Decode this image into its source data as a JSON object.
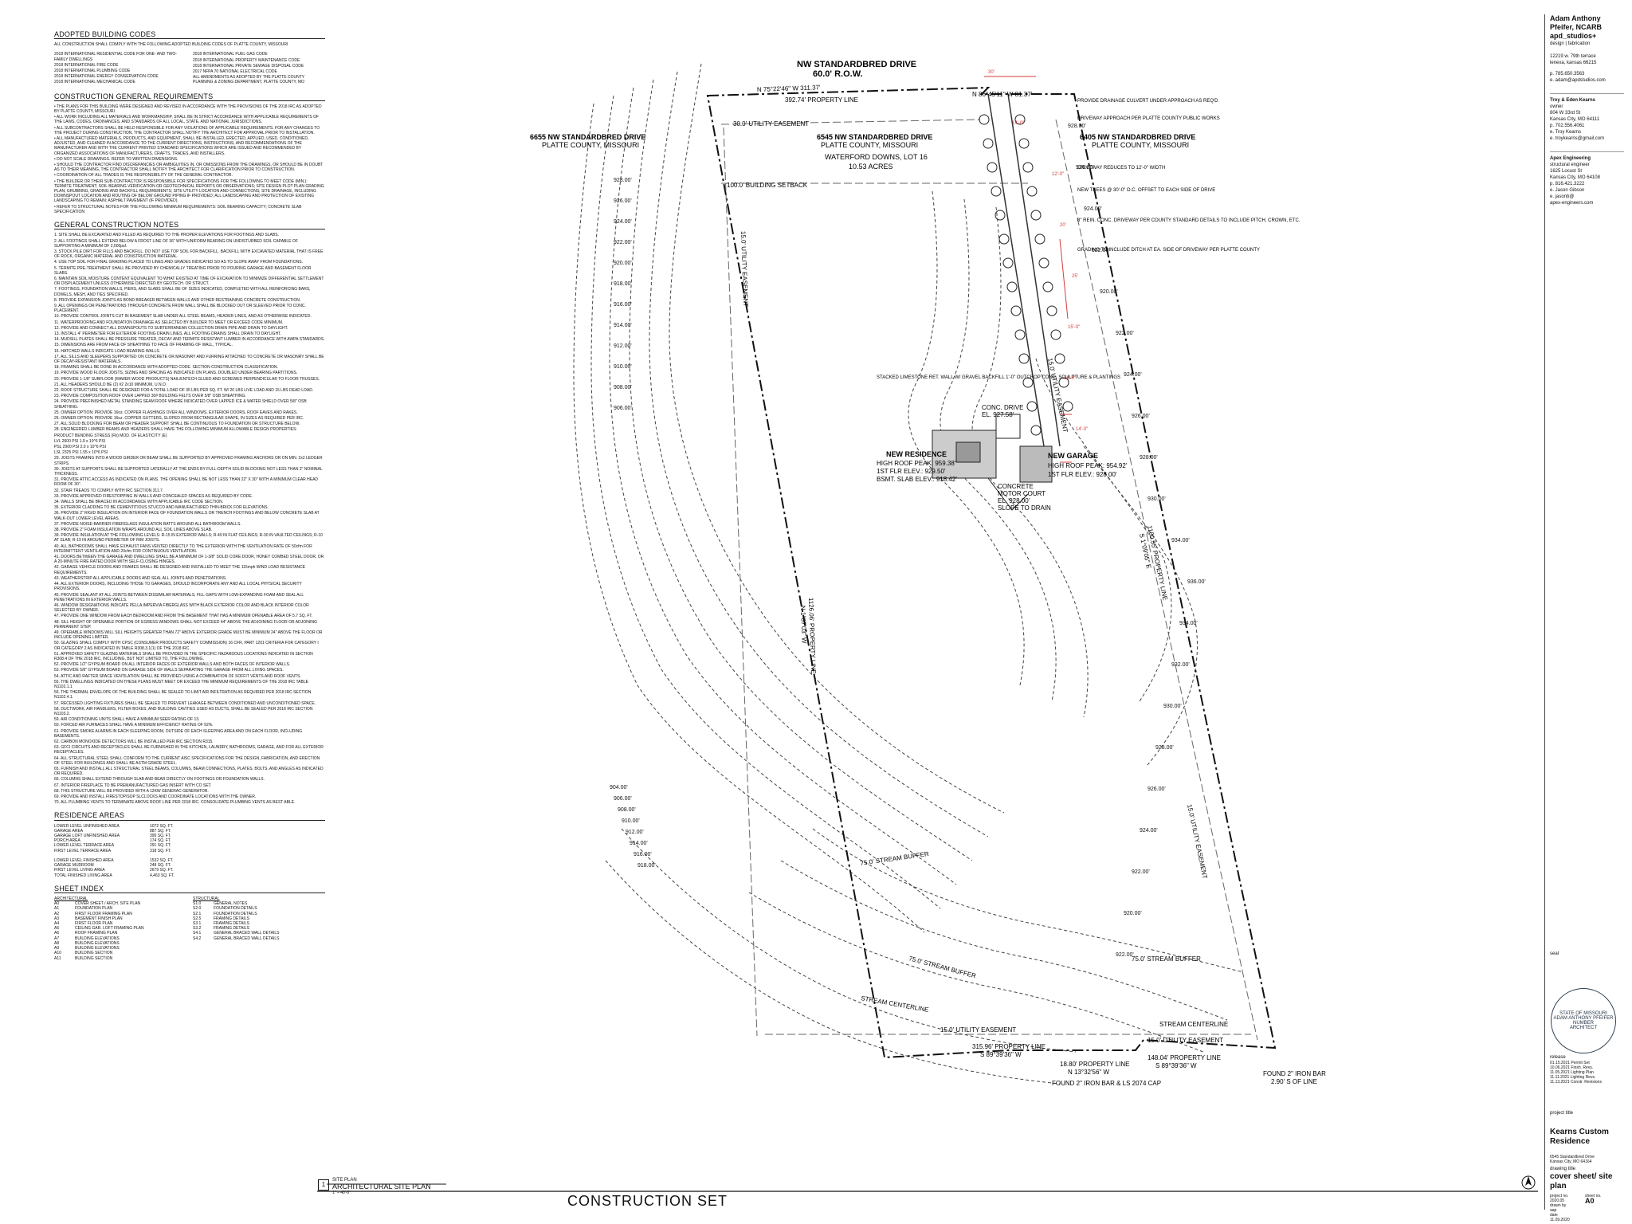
{
  "notes": {
    "codes_title": "ADOPTED BUILDING CODES",
    "codes_intro": "ALL CONSTRUCTION SHALL COMPLY WITH THE FOLLOWING ADOPTED BUILDING CODES OF PLATTE COUNTY, MISSOURI",
    "codes_left": [
      "2018 INTERNATIONAL RESIDENTIAL CODE FOR ONE- AND TWO- FAMILY DWELLINGS",
      "2018 INTERNATIONAL FIRE CODE",
      "2018 INTERNATIONAL PLUMBING CODE",
      "2018 INTERNATIONAL ENERGY CONSERVATION CODE",
      "2018 INTERNATIONAL MECHANICAL CODE"
    ],
    "codes_right": [
      "2018 INTERNATIONAL FUEL GAS CODE",
      "2018 INTERNATIONAL PROPERTY MAINTENANCE CODE",
      "2018 INTERNATIONAL PRIVATE SEWAGE DISPOSAL CODE",
      "2017 NFPA 70 NATIONAL ELECTRICAL CODE",
      "ALL AMENDMENTS AS ADOPTED BY THE PLATTE COUNTY PLANNING & ZONING DEPARTMENT, PLATTE COUNTY, MO"
    ],
    "cgr_title": "CONSTRUCTION GENERAL REQUIREMENTS",
    "cgr_items": [
      "THE PLANS FOR THIS BUILDING WERE DESIGNED AND REVISED IN ACCORDANCE WITH THE PROVISIONS OF THE 2018 IRC AS ADOPTED BY PLATTE COUNTY, MISSOURI.",
      "ALL WORK INCLUDING ALL MATERIALS AND WORKMANSHIP, SHALL BE IN STRICT ACCORDANCE WITH APPLICABLE REQUIREMENTS OF THE LAWS, CODES, ORDINANCES, AND STANDARDS OF ALL LOCAL, STATE, AND NATIONAL JURISDICTIONS.",
      "ALL SUBCONTRACTORS SHALL BE HELD RESPONSIBLE FOR ANY VIOLATIONS OF APPLICABLE REQUIREMENTS. FOR ANY CHANGES TO THE PROJECT DURING CONSTRUCTION, THE CONTRACTOR SHALL NOTIFY THE ARCHITECT FOR APPROVAL PRIOR TO INSTALLATION.",
      "ALL MANUFACTURED MATERIALS, PRODUCTS, AND EQUIPMENT, SHALL BE INSTALLED, ERECTED, APPLIED, USED, CONDITIONED, ADJUSTED, AND CLEANED IN ACCORDANCE TO THE CURRENT DIRECTIONS, INSTRUCTIONS, AND RECOMMENDATIONS OF THE MANUFACTURER AND WITH THE CURRENT PRINTED STANDARD SPECIFICATIONS WHICH ARE ISSUED AND RECOMMENDED BY ORGANIZED ASSOCIATIONS OF MANUFACTURERS, CRAFTS, TRADES, AND INSTALLERS.",
      "DO NOT SCALE DRAWINGS. REFER TO WRITTEN DIMENSIONS.",
      "SHOULD THE CONTRACTOR FIND DISCREPANCIES OR AMBIGUITIES IN, OR OMISSIONS FROM THE DRAWINGS, OR SHOULD BE IN DOUBT AS TO THEIR MEANING, THE CONTRACTOR SHALL NOTIFY THE ARCHITECT FOR CLARIFICATION PRIOR TO CONSTRUCTION.",
      "COORDINATION OF ALL TRADES IS THE RESPONSIBILITY OF THE GENERAL CONTRACTOR.",
      "THE BUILDER OR THEIR SUB-CONTRACTOR IS RESPONSIBLE FOR SPECIFICATIONS FOR THE FOLLOWING TO MEET CODE (MIN.): TERMITE TREATMENT; SOIL BEARING VERIFICATION OR GEOTECHNICAL REPORTS OR OBSERVATIONS; SITE DESIGN PLOT PLAN GRADING PLAN; GRUBBING, GRADING AND BACKFILL REQUIREMENTS; SITE UTILITY LOCATION AND CONNECTIONS; SITE DRAINAGE, INCLUDING DOWNSPOUT LOCATION AND ROUTING OF BELOW GROUND PIPING IF PROVIDED; ALL LANDSCAPING AND PROTECTION OF EXISTING LANDSCAPING TO REMAIN; ASPHALT PAVEMENT (IF PROVIDED).",
      "REFER TO STRUCTURAL NOTES FOR THE FOLLOWING MINIMUM REQUIREMENTS: SOIL BEARING CAPACITY; CONCRETE SLAB SPECIFICATION"
    ],
    "gcn_title": "GENERAL CONSTRUCTION NOTES",
    "gcn_items": [
      "1. SITE SHALL BE EXCAVATED AND FILLED AS REQUIRED TO THE PROPER ELEVATIONS FOR FOOTINGS AND SLABS.",
      "2. ALL FOOTINGS SHALL EXTEND BELOW A FROST LINE OF 36\" WITH UNIFORM BEARING ON UNDISTURBED SOIL CAPABLE OF SUPPORTING A MINIMUM OF 2,000psf.",
      "3. STOCK PILE DIRT FOR FILLS AND BACKFILL. DO NOT USE TOP SOIL FOR BACKFILL. BACKFILL WITH EXCAVATED MATERIAL THAT IS FREE OF ROCK, ORGANIC MATERIAL AND CONSTRUCTION MATERIAL.",
      "4. USE TOP SOIL FOR FINAL GRADING PLACED TO LINES AND GRADES INDICATED SO AS TO SLOPE AWAY FROM FOUNDATIONS.",
      "5. TERMITE PRE-TREATMENT SHALL BE PROVIDED BY CHEMICALLY TREATING PRIOR TO POURING GARAGE AND BASEMENT FLOOR SLABS.",
      "6. MAINTAIN SOIL MOISTURE CONTENT EQUIVALENT TO WHAT EXISTED AT TIME OF EXCAVATION TO MINIMIZE DIFFERENTIAL SETTLEMENT OR DISPLACEMENT UNLESS OTHERWISE DIRECTED BY GEOTECH. OR STRUCT.",
      "7. FOOTINGS, FOUNDATION WALLS, PIERS, AND SLABS SHALL BE OF SIZES INDICATED, COMPLETED WITH ALL REINFORCING BARS, DOWELS, MESH, AND TIES SPECIFIED.",
      "8. PROVIDE EXPANSION JOINTS AS BOND BREAKER BETWEEN WALLS AND OTHER RESTRAINING CONCRETE CONSTRUCTION.",
      "9. ALL OPENINGS OR PENETRATIONS THROUGH CONCRETE FROM WALL SHALL BE BLOCKED OUT OR SLEEVED PRIOR TO CONC. PLACEMENT.",
      "10. PROVIDE CONTROL JOINTS CUT IN BASEMENT SLAB UNDER ALL STEEL BEAMS, HEADER LINES, AND AS OTHERWISE INDICATED.",
      "11. WATERPROOFING AND FOUNDATION DRAINAGE AS SELECTED BY BUILDER TO MEET OR EXCEED CODE MINIMUM.",
      "12. PROVIDE AND CONNECT ALL DOWNSPOUTS TO SUBTERRANEAN COLLECTION DRAIN PIPE AND DRAIN TO DAYLIGHT.",
      "13. INSTALL 4\" PERIMETER FOR EXTERIOR FOOTING DRAIN LINES. ALL FOOTING DRAINS SHALL DRAIN TO DAYLIGHT.",
      "14. MUDSILL PLATES SHALL BE PRESSURE TREATED, DECAY AND TERMITE RESISTANT LUMBER IN ACCORDANCE WITH AWPA STANDARDS.",
      "15. DIMENSIONS ARE FROM FACE OF SHEATHING TO FACE OF FRAMING OF WALL, TYPICAL.",
      "16. HATCHED WALLS INDICATE LOAD BEARING WALLS.",
      "17. ALL SILLS AND SLEEPERS SUPPORTED ON CONCRETE OR MASONRY AND FURRING ATTACHED TO CONCRETE OR MASONRY SHALL BE OF DECAY-RESISTANT MATERIALS.",
      "18. FRAMING SHALL BE DONE IN ACCORDANCE WITH ADOPTED CODE. SECTION CONSTRUCTION CLASSIFICATION.",
      "19. PROVIDE WOOD FLOOR JOISTS, SIZING AND SPACING AS INDICATED ON PLANS. DOUBLED UNDER BEARING PARTITIONS.",
      "20. PROVIDE 1-1/8\" SUBFLOOR (RAWER WOOD PRODUCTS) NAIL/ENTECH GLUED AND SCREWED PERPENDICULAR TO FLOOR TRUSSES.",
      "21. ALL HEADERS SHOULD BE (2) #2 2x10 MINIMUM, U.N.O.",
      "22. ROOF STRUCTURE SHALL BE DESIGNED FOR A TOTAL LOAD OF 35 LBS PER SQ. FT. W/ 20 LBS LIVE LOAD AND 15 LBS DEAD LOAD.",
      "23. PROVIDE COMPOSITION ROOF OVER LAPPED 30# BUILDING FELTS OVER 5/8\" OSB SHEATHING.",
      "24. PROVIDE PREFINISHED METAL STANDING SEAM ROOF WHERE INDICATED OVER LAPPED ICE & WATER SHIELD OVER 5/8\" OSB SHEATHING.",
      "25. OWNER OPTION: PROVIDE 16oz. COPPER FLASHINGS OVER ALL WINDOWS, EXTERIOR DOORS, ROOF EAVES AND RAKES.",
      "26. OWNER OPTION: PROVIDE 16oz. COPPER GUTTERS, SLOPED FROM RECTANGULAR SHAPE, IN SIZES AS REQUIRED PER IRC.",
      "27. ALL SOLID BLOCKING FOR BEAM OR HEADER SUPPORT SHALL BE CONTINUOUS TO FOUNDATION OR STRUCTURE BELOW.",
      "28. ENGINEERED LUMBER BEAMS AND HEADERS SHALL HAVE THE FOLLOWING MINIMUM ALLOWABLE DESIGN PROPERTIES:",
      "PRODUCT  BENDING STRESS (Fb)  MOD. OF ELASTICITY (E)",
      "LVL  2600 PSI  1.9 x 10^6 PSI",
      "PSL  2900 PSI  2.0 x 10^6 PSI",
      "LSL  2325 PSI  1.55 x 10^6 PSI",
      "29. JOISTS FRAMING INTO A WOOD GIRDER OR BEAM SHALL BE SUPPORTED BY APPROVED FRAMING ANCHORS OR ON MIN. 2x2 LEDGER STRIPS.",
      "30. JOISTS AT SUPPORTS SHALL BE SUPPORTED LATERALLY AT THE ENDS BY FULL-DEPTH SOLID BLOCKING NOT LESS THAN 2\" NOMINAL THICKNESS.",
      "31. PROVIDE ATTIC ACCESS AS INDICATED ON PLANS. THE OPENING SHALL BE NOT LESS THAN 22\" X 30\" WITH A MINIMUM CLEAR HEAD ROOM OF 30\".",
      "32. STAIR TREADS TO COMPLY WITH IRC SECTION 311.7",
      "33. PROVIDE APPROVED FIRESTOPPING IN WALLS AND CONCEALED SPACES AS REQUIRED BY CODE.",
      "34. WALLS SHALL BE BRACED IN ACCORDANCE WITH APPLICABLE IRC CODE SECTION.",
      "35. EXTERIOR CLADDING TO BE CEMENTITIOUS STUCCO AND MANUFACTURED THIN-BRICK FOR ELEVATIONS.",
      "36. PROVIDE 2\" RIGID INSULATION ON INTERIOR FACE OF FOUNDATION WALLS OR TRENCH FOOTINGS AND BELOW CONCRETE SLAB AT WALK-OUT LOWER LEVEL AREAS.",
      "37. PROVIDE NOISE-BARRIER FIBERGLASS INSULATION BATTS AROUND ALL BATHROOM WALLS.",
      "38. PROVIDE 2\" FOAM INSULATION WRAPS AROUND ALL SOIL LINES ABOVE SLAB.",
      "39. PROVIDE INSULATION AT THE FOLLOWING LEVELS: R-15 IN EXTERIOR WALLS; R-49 IN FLAT CEILINGS; R-30 IN VAULTED CEILINGS; R-10 AT SLAB; R-19 IN AROUND PERIMETER OF RIM JOISTS.",
      "40. ALL BATHROOMS SHALL HAVE EXHAUST FANS VENTED DIRECTLY TO THE EXTERIOR WITH THE VENTILATION RATE OF 50cfm FOR INTERMITTENT VENTILATION AND 20cfm FOR CONTINUOUS VENTILATION.",
      "41. DOORS BETWEEN THE GARAGE AND DWELLING SHALL BE A MINIMUM OF 1-3/8\" SOLID CORE DOOR, HONEY COMBED STEEL DOOR, OR A 20-MINUTE FIRE RATED DOOR WITH SELF-CLOSING HINGES.",
      "42. GARAGE VEHICLE DOORS AND FRAMES SHALL BE DESIGNED AND INSTALLED TO MEET THE 115mph WIND LOAD RESISTANCE REQUIREMENTS.",
      "43. WEATHERSTRIP ALL APPLICABLE DOORS AND SEAL ALL JOINTS AND PENETRATIONS.",
      "44. ALL EXTERIOR DOORS, INCLUDING THOSE TO GARAGES, SHOULD INCORPORATE ANY AND ALL LOCAL PHYSICAL SECURITY PROVISIONS.",
      "45. PROVIDE SEALANT AT ALL JOINTS BETWEEN DISSIMILAR MATERIALS, FILL GAPS WITH LOW-EXPANDING FOAM AND SEAL ALL PENETRATIONS IN EXTERIOR WALLS.",
      "46. WINDOW DESIGNATIONS INDICATE PELLA IMPERVIA FIBERGLASS WITH BLACK EXTERIOR COLOR AND BLACK INTERIOR COLOR SELECTED BY OWNER.",
      "47. PROVIDE ONE WINDOW FROM EACH BEDROOM AND FROM THE BASEMENT THAT HAS A MINIMUM OPENABLE AREA OF 5.7 SQ. FT.",
      "48. SILL HEIGHT OF OPENABLE PORTION OF EGRESS WINDOWS SHALL NOT EXCEED 44\" ABOVE THE ADJOINING FLOOR OR ADJOINING PERMANENT STEP.",
      "49. OPERABLE WINDOWS WILL SILL HEIGHTS GREATER THAN 72\" ABOVE EXTERIOR GRADE MUST BE MINIMUM 24\" ABOVE THE FLOOR OR INCLUDE OPENING LIMITER.",
      "50. GLAZING SHALL COMPLY WITH CPSC (CONSUMER PRODUCTS SAFETY COMMISSION) 16 CFR, PART 1201 CRITERIA FOR CATEGORY I OR CATEGORY 2 AS INDICATED IN TABLE R308.3.1(1) OF THE 2018 IRC.",
      "51. APPROVED SAFETY GLAZING MATERIALS SHALL BE PROVIDED IN THE SPECIFIC HAZARDOUS LOCATIONS INDICATED IN SECTION R308.4 OF THE 2018 IRC, INCLUDING, BUT NOT LIMITED TO, THE FOLLOWING.",
      "52. PROVIDE 1/2\" GYPSUM BOARD ON ALL INTERIOR FACES OF EXTERIOR WALLS AND BOTH FACES OF INTERIOR WALLS.",
      "53. PROVIDE 5/8\" GYPSUM BOARD ON GARAGE SIDE OF WALLS SEPARATING THE GARAGE FROM ALL LIVING SPACES.",
      "54. ATTIC AND RAFTER SPACE VENTILATION SHALL BE PROVIDED USING A COMBINATION OF SOFFIT VENTS AND ROOF VENTS.",
      "55. THE DWELLINGS INDICATED ON THESE PLANS MUST MEET OR EXCEED THE MINIMUM REQUIREMENTS OF THE 2018 IRC TABLE N1102.1.1",
      "56. THE THERMAL ENVELOPE OF THE BUILDING SHALL BE SEALED TO LIMIT AIR INFILTRATION AS REQUIRED PER 2018 IRC SECTION N1102.4.1.",
      "57. RECESSED LIGHTING FIXTURES SHALL BE SEALED TO PREVENT LEAKAGE BETWEEN CONDITIONED AND UNCONDITIONED SPACE.",
      "58. DUCTWORK, AIR HANDLERS, FILTER BOXES, AND BUILDING CAVITIES USED AS DUCTS, SHALL BE SEALED PER 2018 IRC SECTION N1103.2.",
      "59. AIR CONDITIONING UNITS SHALL HAVE A MINIMUM SEER RATING OF 13.",
      "60. FORCED AIR FURNACES SHALL HAVE A MINIMUM EFFICIENCY RATING OF 92%.",
      "61. PROVIDE SMOKE ALARMS IN EACH SLEEPING ROOM, OUTSIDE OF EACH SLEEPING AREA AND ON EACH FLOOR, INCLUDING BASEMENTS.",
      "62. CARBON MONOXIDE DETECTORS WILL BE INSTALLED PER IRC SECTION R315.",
      "63. GFCI CIRCUITS AND RECEPTACLES SHALL BE FURNISHED IN THE KITCHEN, LAUNDRY, BATHROOMS, GARAGE, AND FOR ALL EXTERIOR RECEPTACLES.",
      "64. ALL STRUCTURAL STEEL SHALL CONFORM TO THE CURRENT AISC SPECIFICATIONS FOR THE DESIGN, FABRICATION, AND ERECTION OF STEEL FOR BUILDINGS AND SHALL BE ASTM GRADE STEEL.",
      "65. FURNISH AND INSTALL ALL STRUCTURAL STEEL BEAMS, COLUMNS, BEAM CONNECTIONS, PLATES, BOLTS, AND ANGLES AS INDICATED OR REQUIRED.",
      "66. COLUMNS SHALL EXTEND THROUGH SLAB AND BEAR DIRECTLY ON FOOTINGS OR FOUNDATION WALLS.",
      "67. INTERIOR FIREPLACE TO BE PREMANUFACTURED GAS INSERT WITH CO SET.",
      "68. THIS STRUCTURE WILL BE PROVIDED WITH A 12KW GENERAC GENERATOR.",
      "69. PROVIDE AND INSTALL FIRESTOP/SOP SLCLOCKS AND COORDINATE LOCATIONS WITH THE OWNER.",
      "70. ALL PLUMBING VENTS TO TERMINATE ABOVE ROOF LINE PER 2018 IRC. CONSOLIDATE PLUMBING VENTS AS BEST ABLE."
    ],
    "areas_title": "RESIDENCE AREAS",
    "areas": [
      [
        "LOWER LEVEL UNFINISHED AREA",
        "1072 SQ. FT."
      ],
      [
        "GARAGE AREA",
        "887 SQ. FT."
      ],
      [
        "GARAGE LOFT UNFINISHED AREA",
        "395 SQ. FT."
      ],
      [
        "PORCH AREA",
        "174 SQ. FT."
      ],
      [
        "LOWER LEVEL TERRACE AREA",
        "291 SQ. FT."
      ],
      [
        "FIRST LEVEL TERRACE AREA",
        "318 SQ. FT."
      ],
      [
        "",
        ""
      ],
      [
        "LOWER LEVEL FINISHED AREA",
        "1532 SQ. FT."
      ],
      [
        "GARAGE MUDROOM",
        "248 SQ. FT."
      ],
      [
        "FIRST LEVEL LIVING AREA",
        "2679 SQ. FT."
      ],
      [
        "TOTAL FINISHED LIVING AREA",
        "4,463 SQ. FT."
      ]
    ],
    "sheet_title": "SHEET INDEX",
    "arch_head": "ARCHITECTURAL",
    "struct_head": "STRUCTURAL",
    "arch_sheets": [
      [
        "A0",
        "COVER SHEET / ARCH. SITE PLAN"
      ],
      [
        "A1",
        "FOUNDATION PLAN"
      ],
      [
        "A2",
        "FIRST FLOOR FRAMING PLAN"
      ],
      [
        "A3",
        "BASEMENT FINISH PLAN"
      ],
      [
        "A4",
        "FIRST FLOOR PLAN"
      ],
      [
        "A5",
        "CEILING GAR. LOFT FRAMING PLAN"
      ],
      [
        "A6",
        "ROOF FRAMING PLAN"
      ],
      [
        "A7",
        "BUILDING ELEVATIONS"
      ],
      [
        "A8",
        "BUILDING ELEVATIONS"
      ],
      [
        "A9",
        "BUILDING ELEVATIONS"
      ],
      [
        "A10",
        "BUILDING SECTION"
      ],
      [
        "A11",
        "BUILDING SECTION"
      ]
    ],
    "struct_sheets": [
      [
        "S1.0",
        "GENERAL NOTES"
      ],
      [
        "S2.0",
        "FOUNDATION DETAILS"
      ],
      [
        "S2.1",
        "FOUNDATION DETAILS"
      ],
      [
        "S2.5",
        "FRAMING DETAILS"
      ],
      [
        "S3.1",
        "FRAMING DETAILS"
      ],
      [
        "S3.2",
        "FRAMING DETAILS"
      ],
      [
        "S4.1",
        "GENERAL BRACED WALL DETAILS"
      ],
      [
        "S4.2",
        "GENERAL BRACED WALL DETAILS"
      ]
    ]
  },
  "plan": {
    "road_name": "NW STANDARDBRED DRIVE",
    "road_row": "60.0' R.O.W.",
    "north_bearing": "N 75°22'46\" W 311.37'",
    "north_prop": "392.74' PROPERTY LINE",
    "north_bearing2": "N 86°45'11\" W 81.37'",
    "util_ease_top": "30.0' UTILITY EASEMENT",
    "left_addr": "6655 NW STANDARDBRED DRIVE",
    "left_county": "PLATTE COUNTY, MISSOURI",
    "center_addr": "6545 NW STANDARDBRED DRIVE",
    "center_county": "PLATTE COUNTY, MISSOURI",
    "lot_name": "WATERFORD DOWNS, LOT 16",
    "lot_acres": "10.53 ACRES",
    "right_addr": "6405 NW STANDARDBRED DRIVE",
    "right_county": "PLATTE COUNTY, MISSOURI",
    "bldg_setback": "100.0' BUILDING SETBACK",
    "note_culvert": "PROVIDE DRAINAGE CULVERT UNDER APPROACH AS REQ'D",
    "note_driveway": "DRIVEWAY APPROACH PER PLATTE COUNTY PUBLIC WORKS",
    "note_reduces": "DRIVEWAY REDUCES TO 12'-0\" WIDTH",
    "note_trees": "NEW TREES @ 30'-0\" O.C. OFFSET TO EACH SIDE OF DRIVE",
    "note_reinf": "8\" REIN. CONC. DRIVEWAY PER COUNTY STANDARD DETAILS TO INCLUDE PITCH, CROWN, ETC.",
    "note_grading": "GRADING TO INCLUDE DITCH AT EA. SIDE OF DRIVEWAY PER PLATTE COUNTY",
    "note_wall": "STACKED LIMESTONE RET. WALL W/ GRAVEL BACKFILL 1'-0\" OUTCROP CONC. SCULPTURE & PLANTINGS",
    "conc_drive_1": "CONC. DRIVE",
    "conc_drive_2": "EL. 927.58'",
    "res_title": "NEW RESIDENCE",
    "res_roof": "HIGH ROOF PEAK: 959.38'",
    "res_flr": "1ST FLR ELEV.: 929.50'",
    "res_slab": "BSMT. SLAB ELEV.: 918.42'",
    "gar_title": "NEW GARAGE",
    "gar_roof": "HIGH ROOF PEAK: 954.92'",
    "gar_flr": "1ST FLR ELEV.: 928.00'",
    "conc_motor_1": "CONCRETE",
    "conc_motor_2": "MOTOR COURT",
    "conc_motor_3": "EL. 928.00'",
    "conc_motor_4": "SLOPE TO DRAIN",
    "west_ease": "15.0' UTILITY EASEMENT",
    "east_prop": "1180.55' PROPERTY LINE",
    "east_bearing": "S 1°09'05\" E",
    "west_prop": "1126.06' PROPERTY LINE",
    "west_bearing": "N 1°07'03\" W",
    "east_ease": "15.0' UTILITY EASEMENT",
    "stream_buffer_1": "75.0' STREAM BUFFER",
    "stream_buffer_2": "75.0' STREAM BUFFER",
    "stream_buffer_3": "75.0' STREAM BUFFER",
    "stream_centerline_1": "STREAM CENTERLINE",
    "stream_centerline_2": "STREAM CENTERLINE",
    "util_ease_bottom_1": "15.0' UTILITY EASEMENT",
    "util_ease_bottom_2": "15.0' UTILITY EASEMENT",
    "south_prop_1": "315.96' PROPERTY LINE",
    "south_bearing_1": "S 89°39'36\" W",
    "south_prop_2": "18.80' PROPERTY LINE",
    "south_bearing_2": "N 13°32'56\" W",
    "south_prop_3": "148.04' PROPERTY LINE",
    "south_bearing_3": "S 89°39'36\" W",
    "iron_bar_1": "FOUND 2\" IRON BAR & LS 2074 CAP",
    "iron_bar_2a": "FOUND 2\" IRON BAR",
    "iron_bar_2b": "2.90' S OF LINE",
    "contours_left": [
      "928.00'",
      "926.00'",
      "924.00'",
      "922.00'",
      "920.00'",
      "918.00'",
      "916.00'",
      "914.00'",
      "912.00'",
      "910.00'",
      "908.00'",
      "906.00'"
    ],
    "contours_right": [
      "928.00'",
      "926.00'",
      "924.00'",
      "922.00'",
      "920.00'",
      "922.00'",
      "924.00'",
      "926.00'",
      "928.00'",
      "930.00'",
      "934.00'",
      "936.00'",
      "934.00'",
      "932.00'",
      "930.00'",
      "928.00'",
      "926.00'",
      "924.00'",
      "922.00'",
      "920.00'",
      "922.00'"
    ],
    "contours_bottom": [
      "904.00'",
      "906.00'",
      "908.00'",
      "910.00'",
      "912.00'",
      "914.00'",
      "916.00'",
      "918.00'"
    ],
    "dims": [
      "30'",
      "14'-0\"",
      "12'-0\"",
      "20'",
      "25'",
      "15'-0\"",
      "16'-0\"",
      "14'-0\""
    ]
  },
  "footer": {
    "site_num": "1",
    "site_plan": "SITE PLAN",
    "site_plan_big": "ARCHITECTURAL SITE PLAN",
    "scale": "1\" = 40'-0\"",
    "construction": "CONSTRUCTION SET"
  },
  "title_block": {
    "architect_name": "Adam Anthony Pfeifer, NCARB",
    "firm": "apd_studios+",
    "firm_sub": "design | fabrication",
    "firm_addr_1": "12219 w. 79th terrace",
    "firm_addr_2": "lenexa, kansas 66215",
    "firm_phone": "p. 785.650.3563",
    "firm_email": "e. adam@apdstudios.com",
    "owner_names": "Troy & Eden Kearns",
    "owner_label": "owner",
    "owner_addr_1": "804 W 33rd St",
    "owner_addr_2": "Kansas City, MO 64111",
    "owner_phone": "p. 702.556.4061",
    "owner_contact": "e. Troy Kearns",
    "owner_email": "e. troykearns@gmail.com",
    "eng_name": "Apex Engineering",
    "eng_label": "structural engineer",
    "eng_addr_1": "1625 Locust St",
    "eng_addr_2": "Kansas City, MO 64108",
    "eng_phone": "p. 816.421.3222",
    "eng_contact": "e. Jason Gibson",
    "eng_email_1": "e. jasonb@",
    "eng_email_2": "apex-engineers.com",
    "seal_label": "seal",
    "seal_text_1": "STATE OF MISSOURI",
    "seal_text_2": "ADAM ANTHONY PFEIFER",
    "seal_text_3": "NUMBER",
    "seal_text_4": "ARCHITECT",
    "release_label": "release",
    "releases": [
      [
        "01.15.2021",
        "Permit Set"
      ],
      [
        "10.06.2021",
        "Finsh. Revs."
      ],
      [
        "11.05.2021",
        "Lighting Plan"
      ],
      [
        "11.11.2021",
        "Lighting Revs."
      ],
      [
        "11.13.2021",
        "Constr. Revisions"
      ]
    ],
    "project_title_label": "project title",
    "project_title": "Kearns Custom Residence",
    "project_addr_1": "6545 Standardbred Drive",
    "project_addr_2": "Kansas City, MO 64164",
    "drawing_title_label": "drawing title",
    "drawing_title": "cover sheet/ site plan",
    "project_no_label": "project no.",
    "project_no": "2020.05",
    "drawn_by_label": "drawn by",
    "drawn_by": "aap",
    "date_label": "date",
    "date": "11.09.2020",
    "sheet_no_label": "sheet no.",
    "sheet_no": "A0"
  },
  "colors": {
    "ink": "#222222",
    "dim_red": "#d63a3a",
    "contour": "#666666"
  }
}
